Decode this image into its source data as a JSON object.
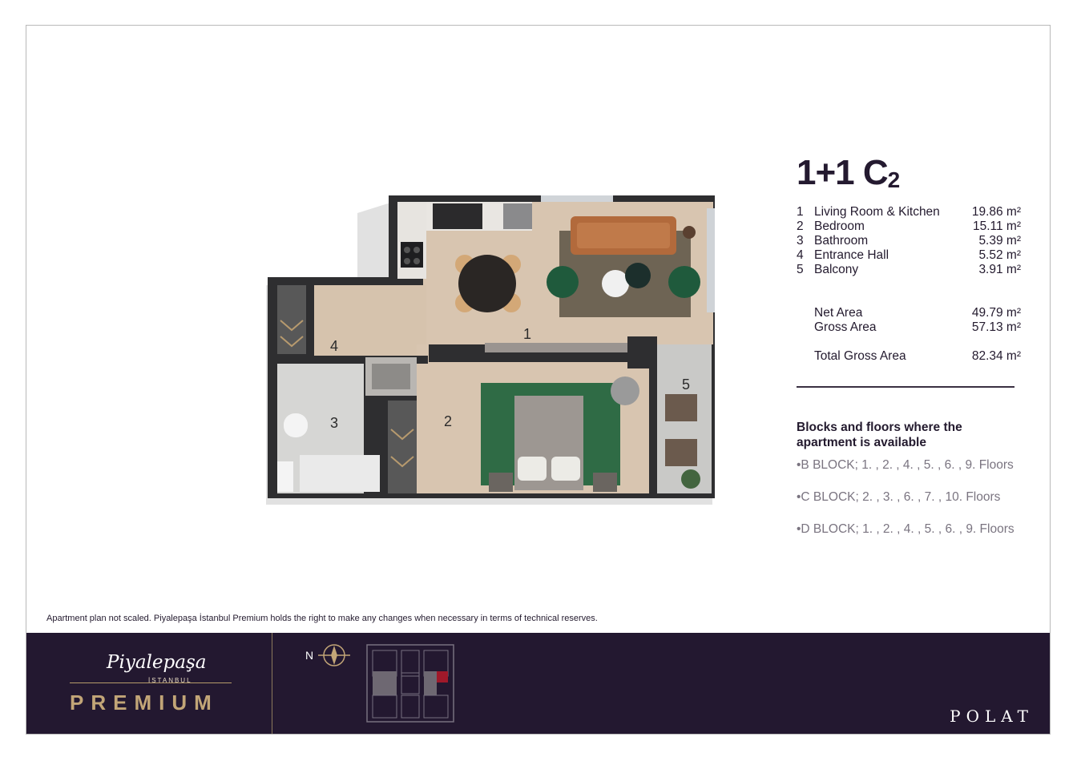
{
  "unit_title": {
    "main": "1+1 C",
    "sub": "2"
  },
  "rooms": [
    {
      "num": "1",
      "name": "Living Room & Kitchen",
      "area": "19.86 m²"
    },
    {
      "num": "2",
      "name": "Bedroom",
      "area": "15.11 m²"
    },
    {
      "num": "3",
      "name": "Bathroom",
      "area": "5.39 m²"
    },
    {
      "num": "4",
      "name": "Entrance Hall",
      "area": "5.52 m²"
    },
    {
      "num": "5",
      "name": "Balcony",
      "area": "3.91 m²"
    }
  ],
  "areas": [
    {
      "name": "Net Area",
      "value": "49.79 m²"
    },
    {
      "name": "Gross Area",
      "value": "57.13 m²"
    },
    {
      "name": "Total Gross Area",
      "value": "82.34 m²"
    }
  ],
  "availability": {
    "heading": "Blocks and floors where the apartment is available",
    "blocks": [
      "•B BLOCK; 1. , 2. , 4. , 5. , 6. , 9. Floors",
      "•C BLOCK; 2. , 3. , 6. , 7. , 10. Floors",
      "•D BLOCK; 1. , 2. , 4. , 5. , 6. , 9. Floors"
    ]
  },
  "disclaimer": "Apartment plan not scaled. Piyalepaşa İstanbul Premium holds the right to make any changes when necessary in terms of technical reserves.",
  "plan_labels": {
    "r1": "1",
    "r2": "2",
    "r3": "3",
    "r4": "4",
    "r5": "5"
  },
  "footer": {
    "logo_script": "Piyalepaşa",
    "logo_city": "İSTANBUL",
    "logo_brand": "PREMIUM",
    "compass": "N",
    "developer": "POLAT"
  },
  "colors": {
    "footer_bg": "#231830",
    "gold": "#c2a577",
    "wall": "#2e2e30",
    "floor": "#d8c6b2",
    "highlight_unit": "#a0192a"
  }
}
